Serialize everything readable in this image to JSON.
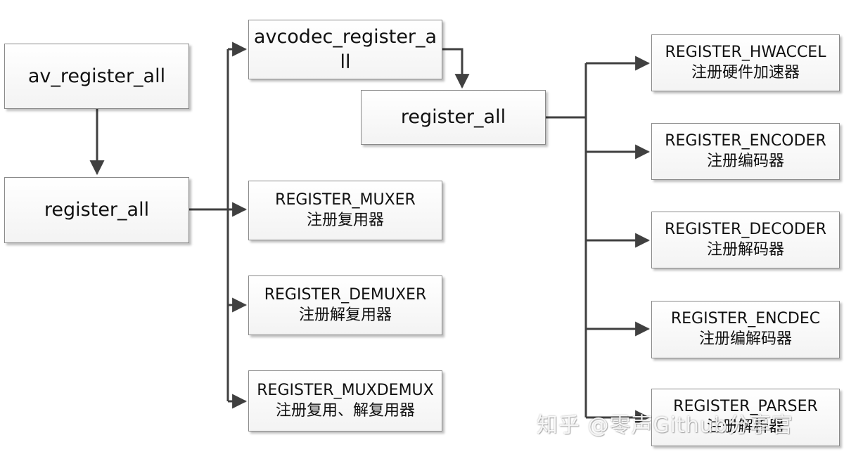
{
  "nodes": {
    "av_register_all": {
      "label": "av_register_all"
    },
    "register_all_left": {
      "label": "register_all"
    },
    "avcodec_register_all": {
      "label_line1": "avcodec_register_a",
      "label_line2": "ll"
    },
    "register_all_mid": {
      "label": "register_all"
    },
    "register_muxer": {
      "label": "REGISTER_MUXER",
      "desc": "注册复用器"
    },
    "register_demuxer": {
      "label": "REGISTER_DEMUXER",
      "desc": "注册解复用器"
    },
    "register_muxdemux": {
      "label": "REGISTER_MUXDEMUX",
      "desc": "注册复用、解复用器"
    },
    "register_hwaccel": {
      "label": "REGISTER_HWACCEL",
      "desc": "注册硬件加速器"
    },
    "register_encoder": {
      "label": "REGISTER_ENCODER",
      "desc": "注册编码器"
    },
    "register_decoder": {
      "label": "REGISTER_DECODER",
      "desc": "注册解码器"
    },
    "register_encdec": {
      "label": "REGISTER_ENCDEC",
      "desc": "注册编解码器"
    },
    "register_parser": {
      "label": "REGISTER_PARSER",
      "desc": "注册解析器"
    }
  },
  "watermark": "知乎 @零声Github分享官",
  "colors": {
    "line": "#404040",
    "box_border": "#8a8a8a"
  }
}
